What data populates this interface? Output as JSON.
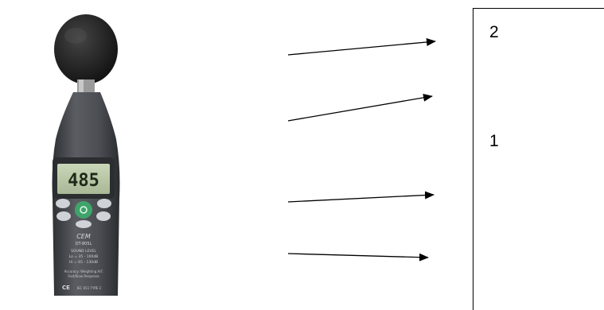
{
  "meter": {
    "display_reading": "485",
    "brand": "CEM",
    "model": "DT-805L",
    "panel_lines": [
      "SOUND LEVEL",
      "Lo = 35 - 100dB",
      "Hi = 65 - 130dB"
    ],
    "spec_lines": [
      "Accuracy: Weighting A/C",
      "Fast/Slow Response",
      "IEC 651 TYPE 2"
    ],
    "ce_mark": "CE",
    "colors": {
      "body": "#4a4d52",
      "windscreen": "#202020",
      "lcd": "#b9c7a8",
      "button_green": "#3fa46a"
    }
  },
  "arrows": [
    {
      "id": "arrow-1",
      "direction": "right"
    },
    {
      "id": "arrow-2",
      "direction": "right"
    },
    {
      "id": "arrow-3",
      "direction": "right"
    },
    {
      "id": "arrow-4",
      "direction": "right"
    }
  ],
  "answer_box": {
    "label_top": "2",
    "label_middle": "1"
  }
}
